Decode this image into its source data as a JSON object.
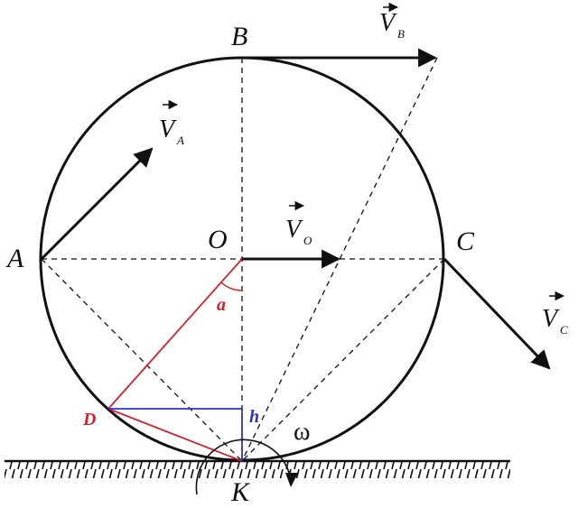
{
  "points": {
    "B": "B",
    "A": "A",
    "O": "O",
    "C": "C",
    "D": "D",
    "K": "K"
  },
  "vectors": {
    "VB": {
      "letter": "V",
      "subscript": "B"
    },
    "VA": {
      "letter": "V",
      "subscript": "A"
    },
    "VO": {
      "letter": "V",
      "subscript": "O"
    },
    "VC": {
      "letter": "V",
      "subscript": "C"
    }
  },
  "angle_label": "a",
  "height_label": "h",
  "angular_velocity": "ω",
  "colors": {
    "main": "#111111",
    "red": "#d3202a",
    "blue": "#2a35c4"
  }
}
